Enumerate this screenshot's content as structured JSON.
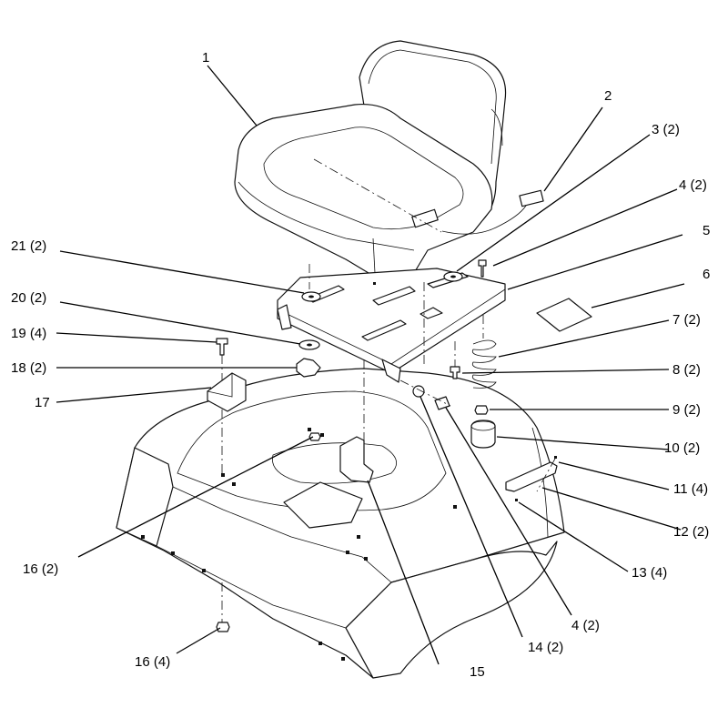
{
  "callouts": [
    {
      "id": "c1",
      "text": "1"
    },
    {
      "id": "c2",
      "text": "2"
    },
    {
      "id": "c3",
      "text": "3 (2)"
    },
    {
      "id": "c4a",
      "text": "4 (2)"
    },
    {
      "id": "c5",
      "text": "5"
    },
    {
      "id": "c6",
      "text": "6"
    },
    {
      "id": "c7",
      "text": "7 (2)"
    },
    {
      "id": "c8",
      "text": "8 (2)"
    },
    {
      "id": "c9",
      "text": "9 (2)"
    },
    {
      "id": "c10",
      "text": "10 (2)"
    },
    {
      "id": "c11",
      "text": "11 (4)"
    },
    {
      "id": "c12",
      "text": "12 (2)"
    },
    {
      "id": "c13",
      "text": "13 (4)"
    },
    {
      "id": "c4b",
      "text": "4 (2)"
    },
    {
      "id": "c14",
      "text": "14 (2)"
    },
    {
      "id": "c15",
      "text": "15"
    },
    {
      "id": "c16a",
      "text": "16 (4)"
    },
    {
      "id": "c16b",
      "text": "16 (2)"
    },
    {
      "id": "c17",
      "text": "17"
    },
    {
      "id": "c18",
      "text": "18 (2)"
    },
    {
      "id": "c19",
      "text": "19 (4)"
    },
    {
      "id": "c20",
      "text": "20 (2)"
    },
    {
      "id": "c21",
      "text": "21 (2)"
    }
  ]
}
